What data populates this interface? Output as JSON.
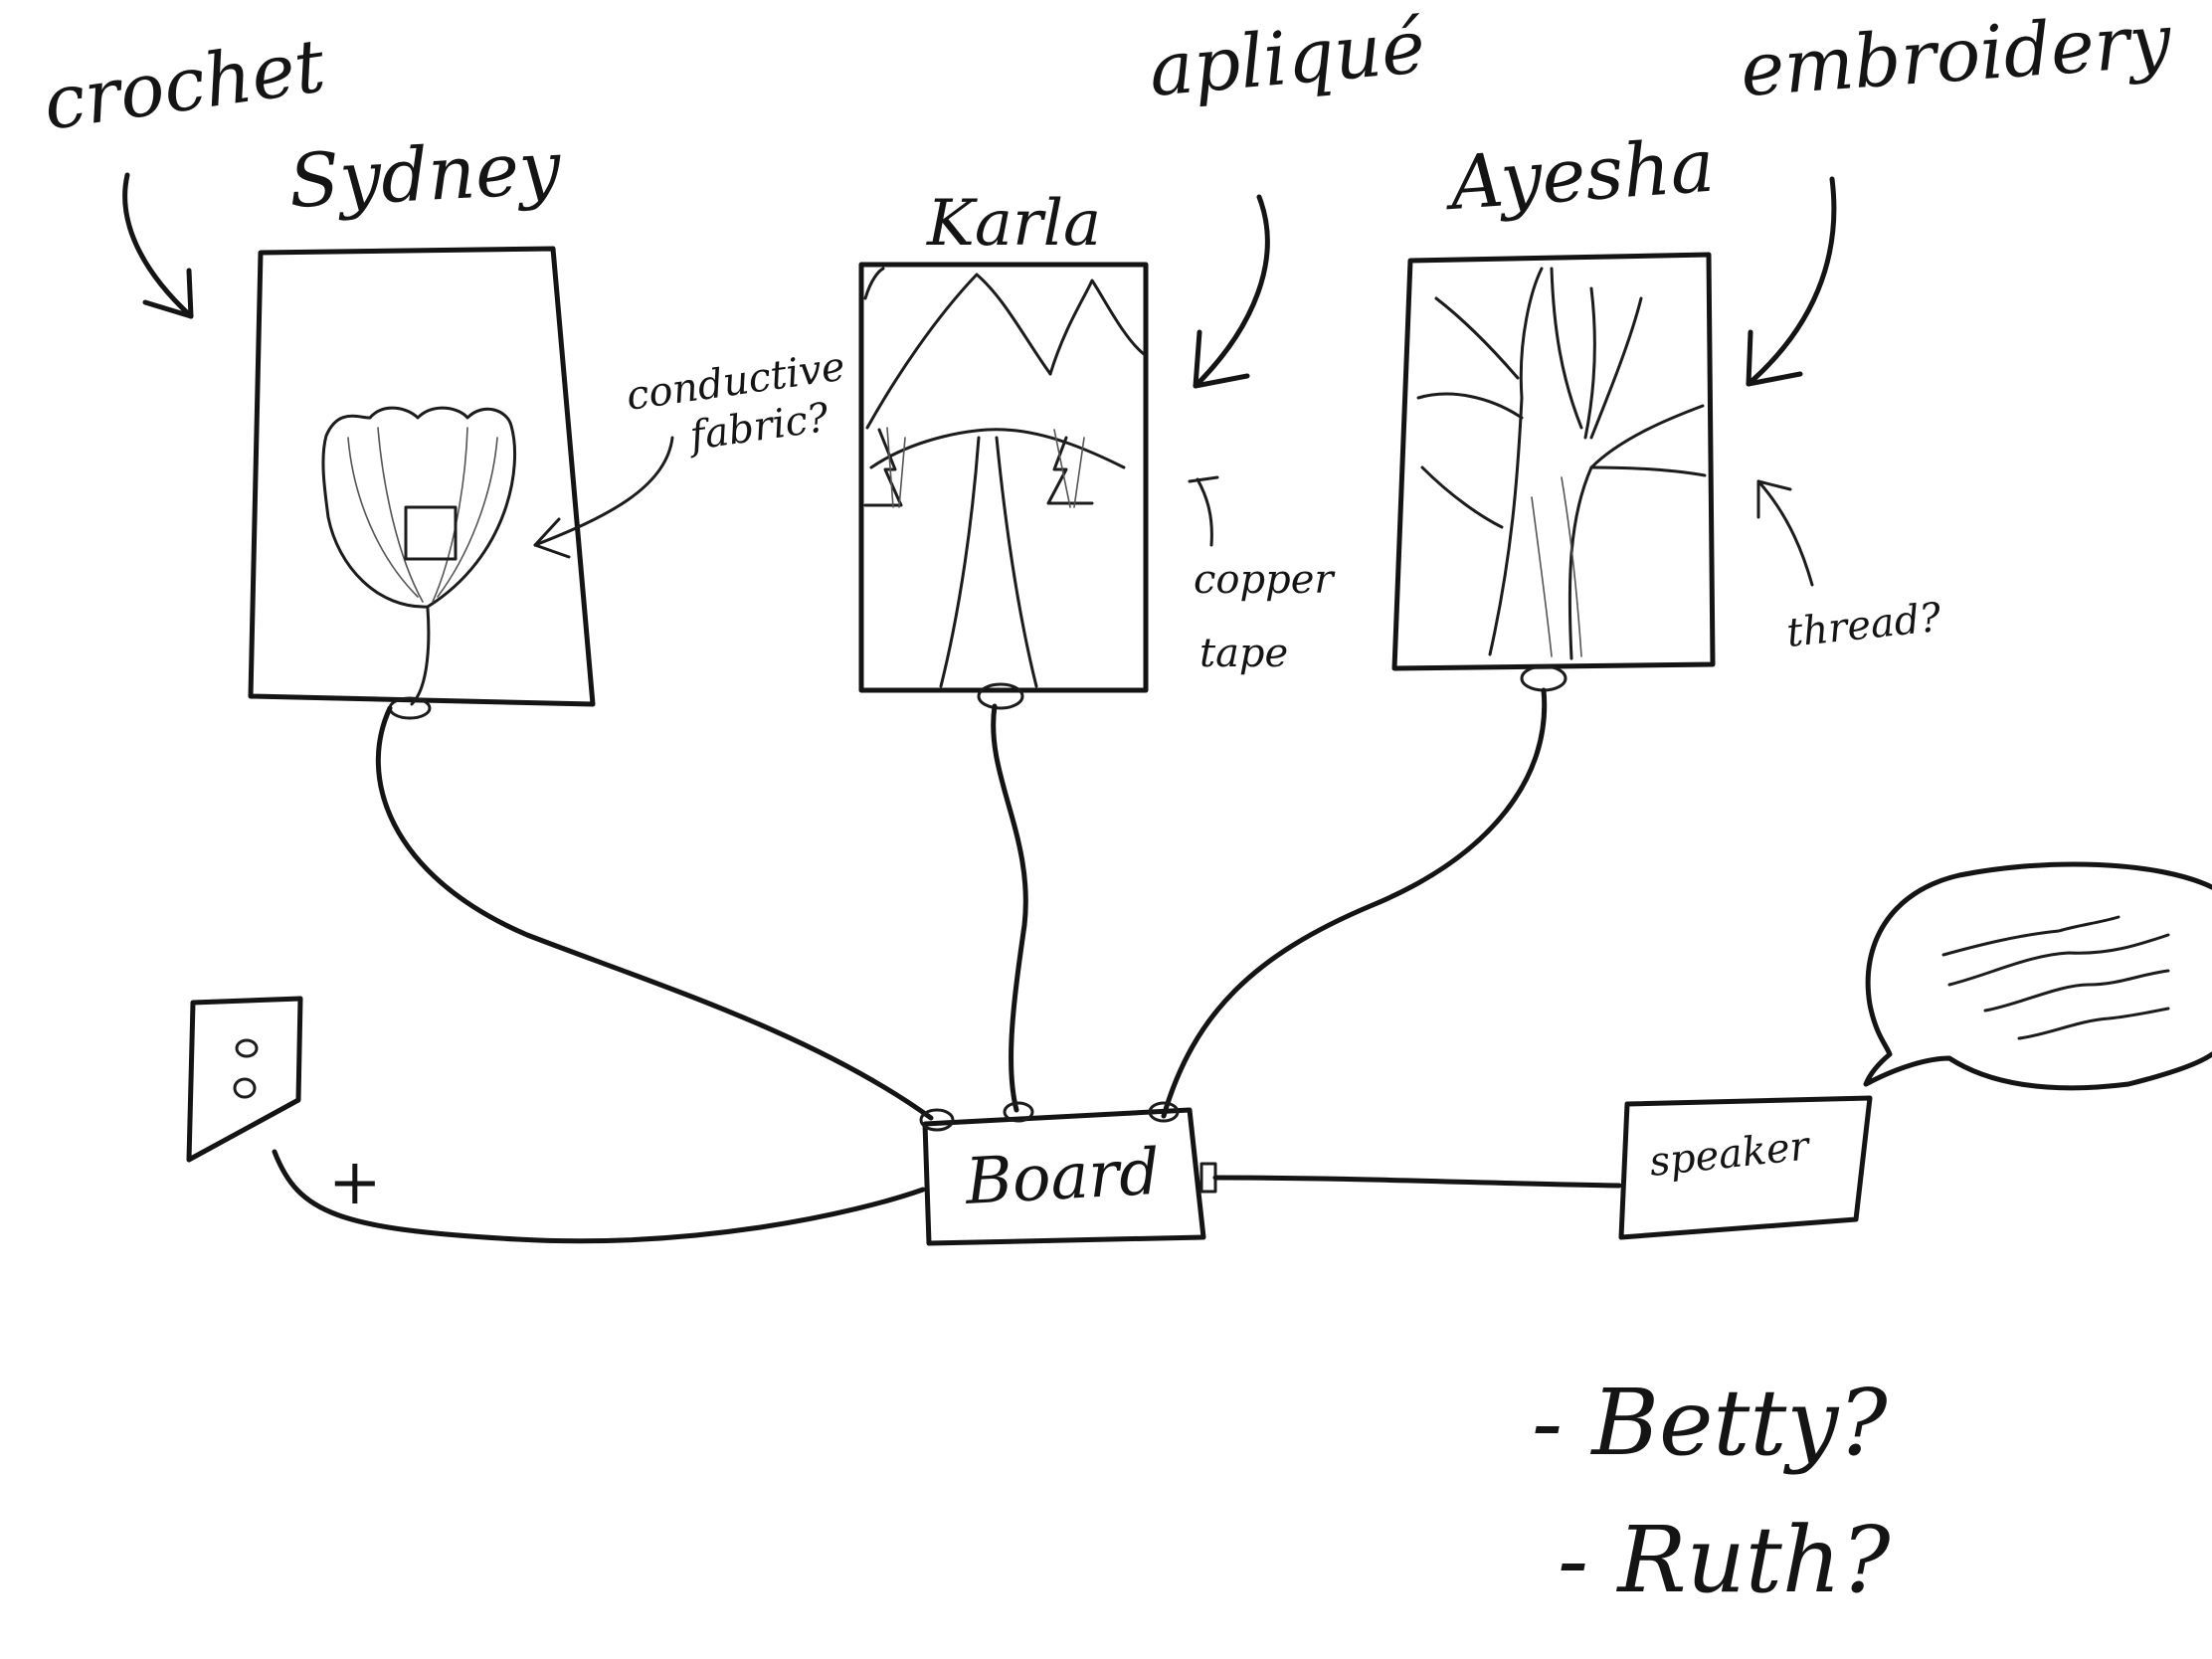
{
  "crafts": {
    "crochet": "crochet",
    "applique": "apliqué",
    "embroidery": "embroidery"
  },
  "panels": {
    "sydney": "Sydney",
    "karla": "Karla",
    "ayesha": "Ayesha"
  },
  "notes": {
    "conductive_line1": "conductive",
    "conductive_line2": "fabric?",
    "copper_line1": "copper",
    "copper_line2": "tape",
    "thread": "thread?"
  },
  "components": {
    "board": "Board",
    "speaker": "speaker",
    "plus": "+"
  },
  "candidates": [
    "- Betty?",
    "- Ruth?"
  ]
}
